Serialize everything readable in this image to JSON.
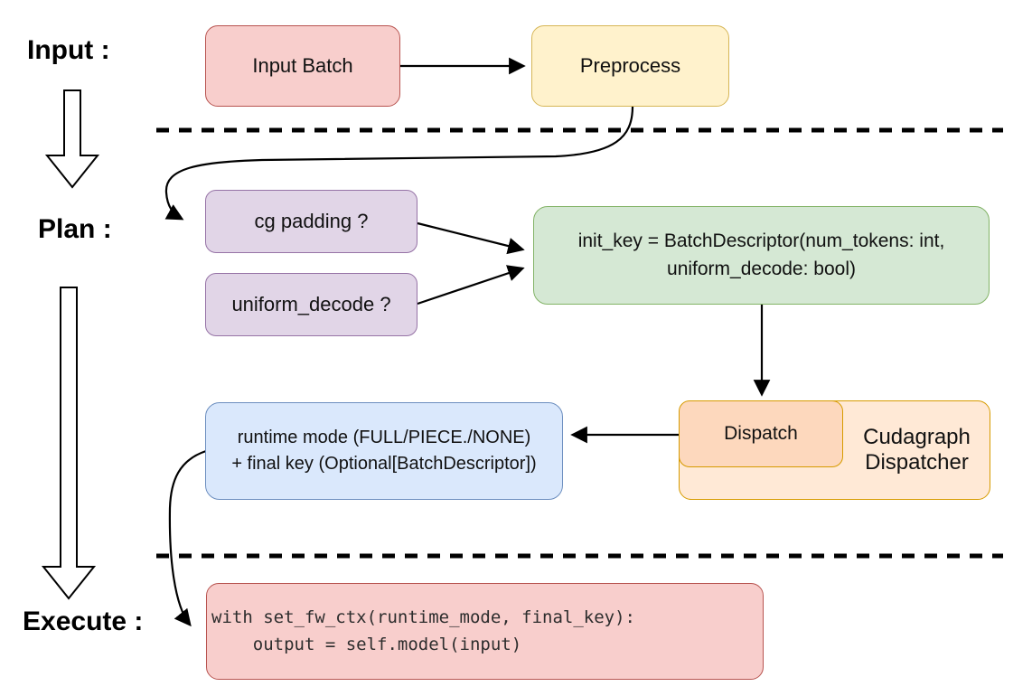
{
  "canvas": {
    "background": "#ffffff"
  },
  "labels": {
    "input": "Input :",
    "plan": "Plan :",
    "execute": "Execute :"
  },
  "nodes": {
    "input_batch": {
      "label": "Input Batch",
      "fill": "#f8cecc",
      "stroke": "#b85450"
    },
    "preprocess": {
      "label": "Preprocess",
      "fill": "#fff2cc",
      "stroke": "#d6b656"
    },
    "cg_padding": {
      "label": "cg padding ?",
      "fill": "#e1d5e7",
      "stroke": "#9673a6"
    },
    "uniform_decode": {
      "label": "uniform_decode ?",
      "fill": "#e1d5e7",
      "stroke": "#9673a6"
    },
    "init_key": {
      "line1": "init_key = BatchDescriptor(num_tokens: int,",
      "line2": "uniform_decode: bool)",
      "fill": "#d5e8d4",
      "stroke": "#82b366"
    },
    "dispatch": {
      "label": "Dispatch",
      "fill": "#fdd8bd",
      "stroke": "#d79b00"
    },
    "cudagraph_dispatcher": {
      "line1": "Cudagraph",
      "line2": "Dispatcher",
      "fill": "#ffe9d6",
      "stroke": "#d79b00"
    },
    "runtime_result": {
      "line1": "runtime mode (FULL/PIECE./NONE)",
      "line2": "+ final key (Optional[BatchDescriptor])",
      "fill": "#dae8fc",
      "stroke": "#6c8ebf"
    },
    "execute_code": {
      "line1": "with set_fw_ctx(runtime_mode, final_key):",
      "line2": "    output = self.model(input)",
      "fill": "#f8cecc",
      "stroke": "#b85450"
    }
  },
  "connector_color": "#000000"
}
